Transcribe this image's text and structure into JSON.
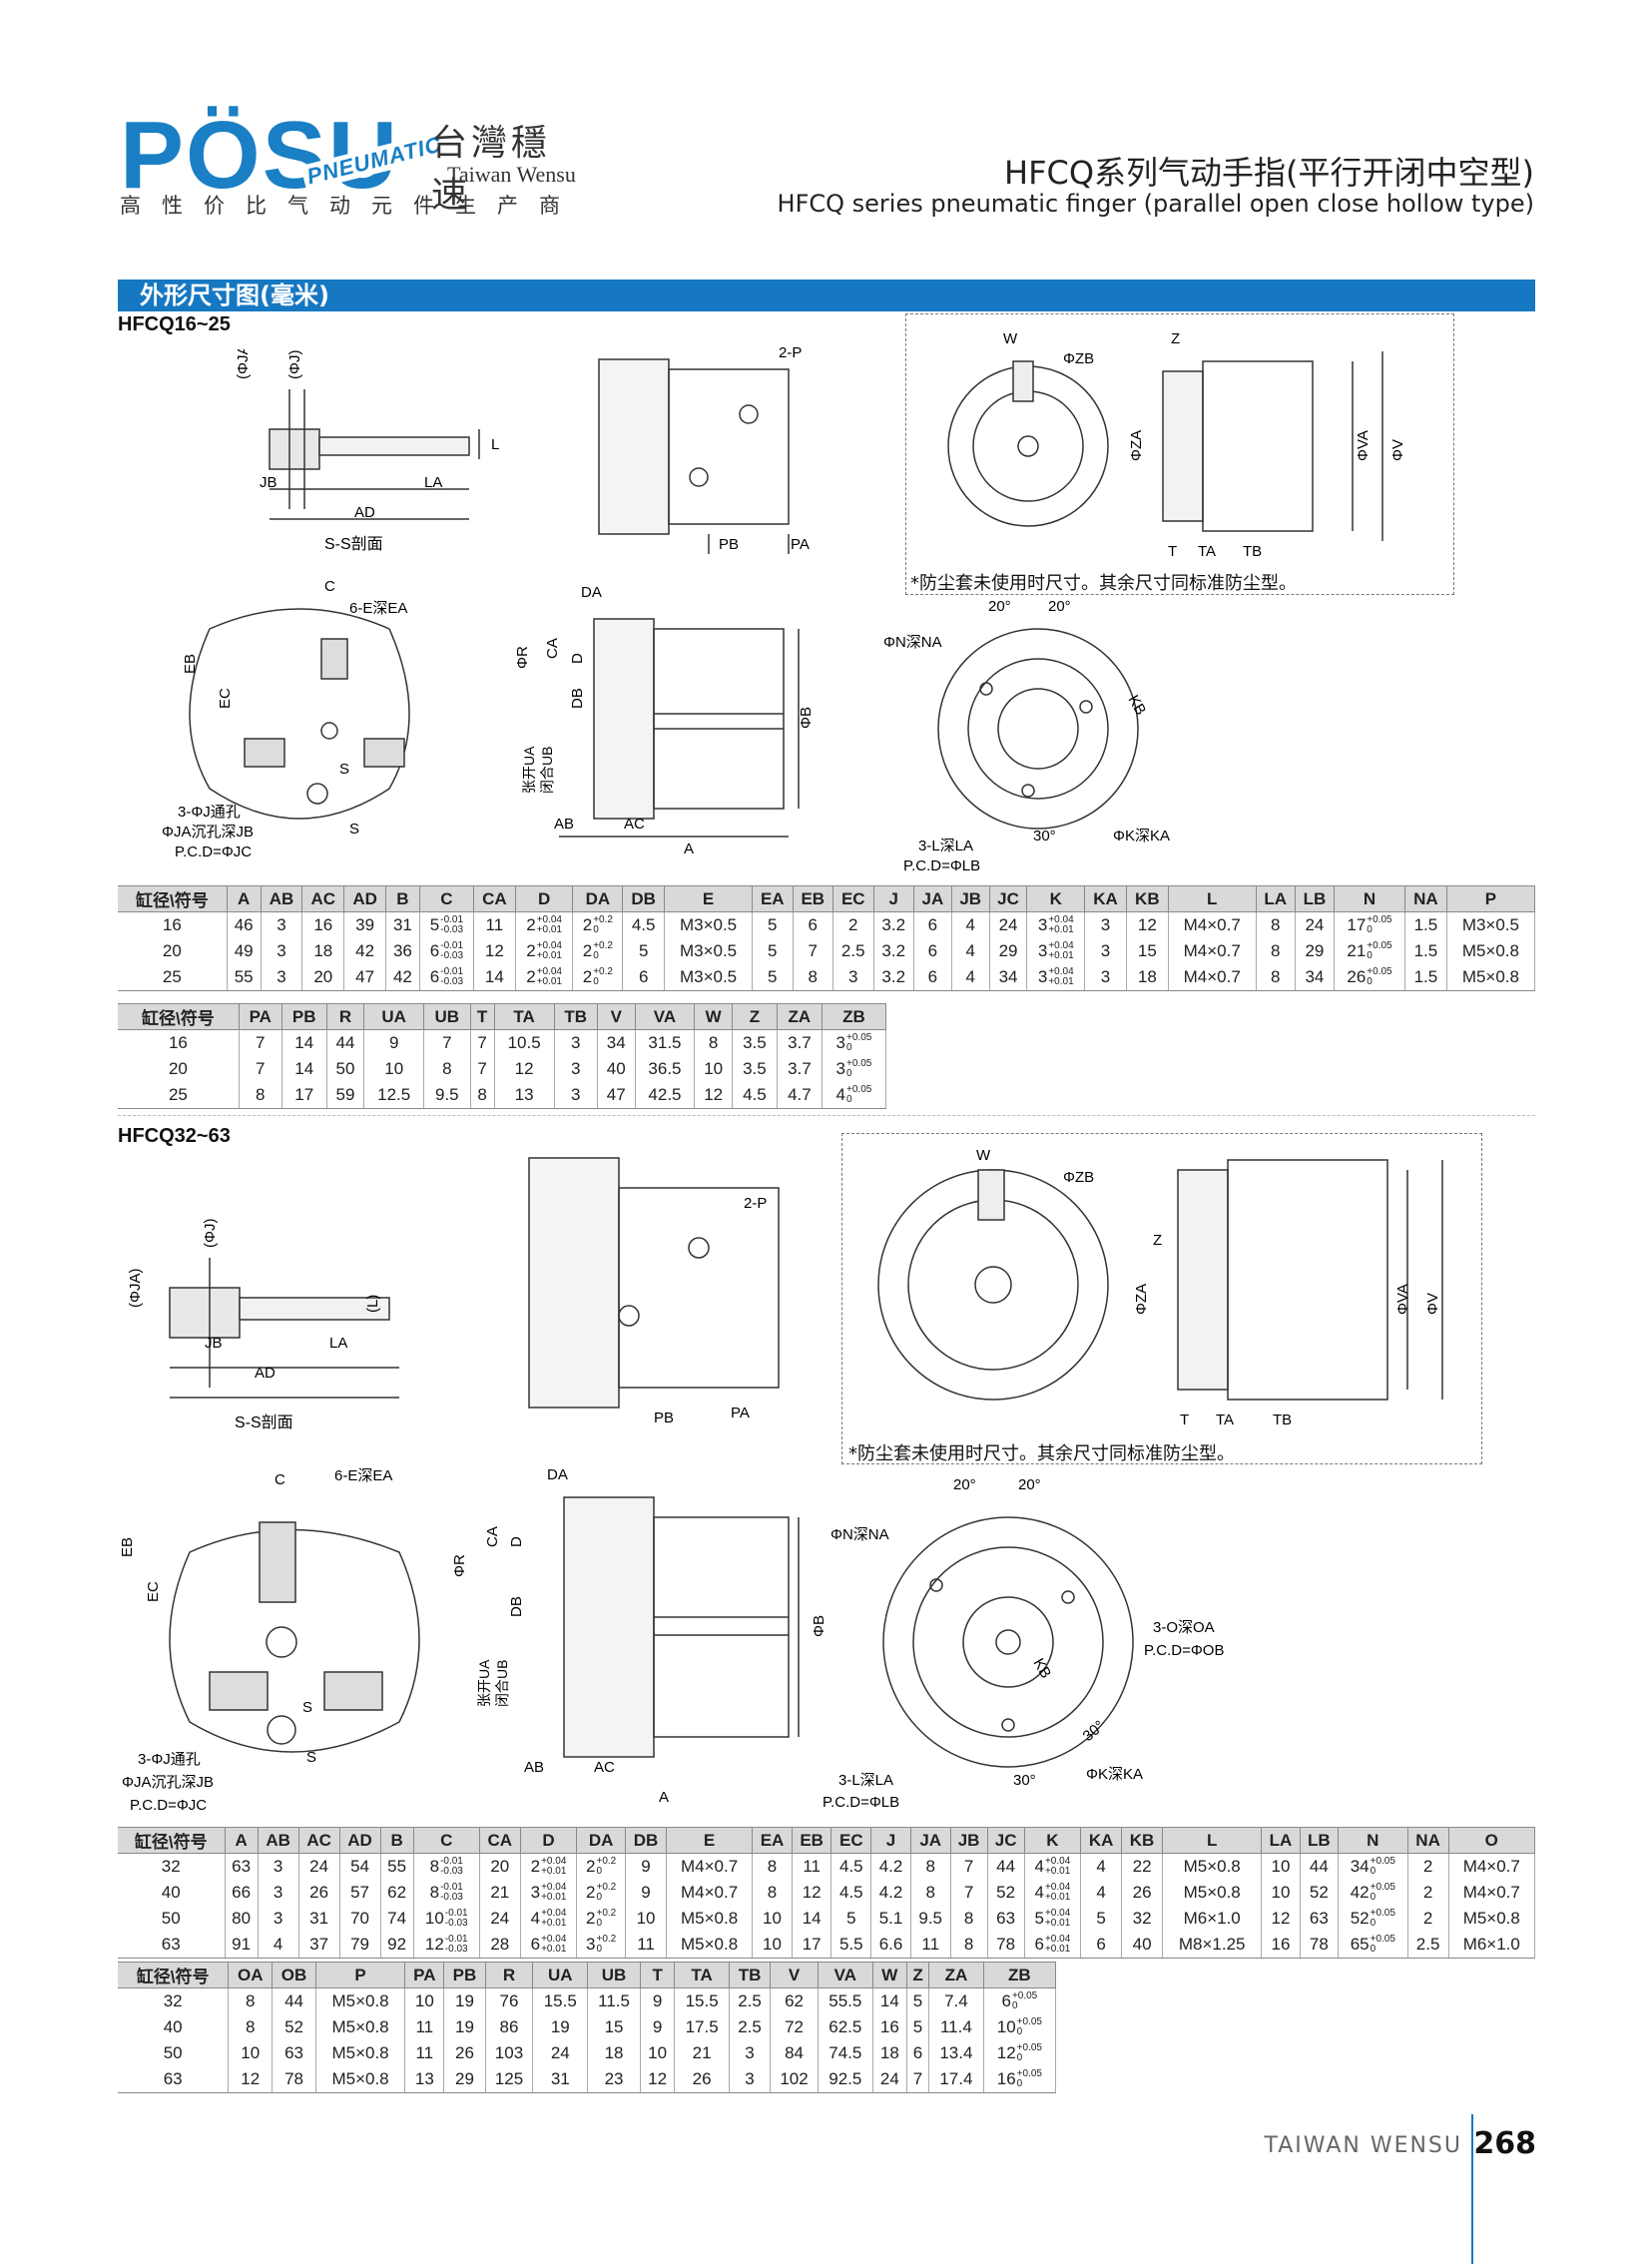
{
  "brand": {
    "logo_word": "PÖSU",
    "logo_overlay": "PNEUMATIC",
    "name_cn": "台灣穩速",
    "name_en": "Taiwan Wensu",
    "slogan": "高性价比气动元件生产商"
  },
  "title": {
    "cn": "HFCQ系列气动手指(平行开闭中空型)",
    "en": "HFCQ series pneumatic finger (parallel open close hollow type)"
  },
  "section_title": "外形尺寸图(毫米)",
  "series1": {
    "label": "HFCQ16~25",
    "note": "*防尘套未使用时尺寸。其余尺寸同标准防尘型。",
    "fig_labels": {
      "ss": "S-S剖面",
      "phi_ja": "(ΦJA)",
      "phi_j": "(ΦJ)",
      "l": "L",
      "jb": "JB",
      "la": "LA",
      "ad": "AD",
      "two_p": "2-P",
      "pb": "PB",
      "pa": "PA",
      "w": "W",
      "zb": "ΦZB",
      "z": "Z",
      "za": "ΦZA",
      "va": "ΦVA",
      "v": "ΦV",
      "t": "T",
      "ta": "TA",
      "tb": "TB",
      "c": "C",
      "six_e": "6-E深EA",
      "eb": "EB",
      "ec": "EC",
      "s": "S",
      "three_j": "3-ΦJ通孔",
      "ja_deep": "ΦJA沉孔深JB",
      "pcd_jc": "P.C.D=ΦJC",
      "da": "DA",
      "r": "ΦR",
      "ca": "CA",
      "d": "D",
      "db": "DB",
      "ua": "张开UA",
      "ub": "闭合UB",
      "ab": "AB",
      "ac": "AC",
      "a": "A",
      "b": "ΦB",
      "deg20": "20°",
      "n": "ΦN深NA",
      "kb": "KB",
      "three_l": "3-L深LA",
      "pcd_lb": "P.C.D=ΦLB",
      "deg30": "30°",
      "k": "ΦK深KA"
    },
    "table1": {
      "headers": [
        "缸径\\符号",
        "A",
        "AB",
        "AC",
        "AD",
        "B",
        "C",
        "CA",
        "D",
        "DA",
        "DB",
        "E",
        "EA",
        "EB",
        "EC",
        "J",
        "JA",
        "JB",
        "JC",
        "K",
        "KA",
        "KB",
        "L",
        "LA",
        "LB",
        "N",
        "NA",
        "P"
      ],
      "rows": [
        [
          "16",
          "46",
          "3",
          "16",
          "39",
          "31",
          "5-0.01/-0.03",
          "11",
          "2+0.04/+0.01",
          "2+0.2/0",
          "4.5",
          "M3×0.5",
          "5",
          "6",
          "2",
          "3.2",
          "6",
          "4",
          "24",
          "3+0.04/+0.01",
          "3",
          "12",
          "M4×0.7",
          "8",
          "24",
          "17+0.05/0",
          "1.5",
          "M3×0.5"
        ],
        [
          "20",
          "49",
          "3",
          "18",
          "42",
          "36",
          "6-0.01/-0.03",
          "12",
          "2+0.04/+0.01",
          "2+0.2/0",
          "5",
          "M3×0.5",
          "5",
          "7",
          "2.5",
          "3.2",
          "6",
          "4",
          "29",
          "3+0.04/+0.01",
          "3",
          "15",
          "M4×0.7",
          "8",
          "29",
          "21+0.05/0",
          "1.5",
          "M5×0.8"
        ],
        [
          "25",
          "55",
          "3",
          "20",
          "47",
          "42",
          "6-0.01/-0.03",
          "14",
          "2+0.04/+0.01",
          "2+0.2/0",
          "6",
          "M3×0.5",
          "5",
          "8",
          "3",
          "3.2",
          "6",
          "4",
          "34",
          "3+0.04/+0.01",
          "3",
          "18",
          "M4×0.7",
          "8",
          "34",
          "26+0.05/0",
          "1.5",
          "M5×0.8"
        ]
      ]
    },
    "table2": {
      "headers": [
        "缸径\\符号",
        "PA",
        "PB",
        "R",
        "UA",
        "UB",
        "T",
        "TA",
        "TB",
        "V",
        "VA",
        "W",
        "Z",
        "ZA",
        "ZB"
      ],
      "rows": [
        [
          "16",
          "7",
          "14",
          "44",
          "9",
          "7",
          "7",
          "10.5",
          "3",
          "34",
          "31.5",
          "8",
          "3.5",
          "3.7",
          "3+0.05/0"
        ],
        [
          "20",
          "7",
          "14",
          "50",
          "10",
          "8",
          "7",
          "12",
          "3",
          "40",
          "36.5",
          "10",
          "3.5",
          "3.7",
          "3+0.05/0"
        ],
        [
          "25",
          "8",
          "17",
          "59",
          "12.5",
          "9.5",
          "8",
          "13",
          "3",
          "47",
          "42.5",
          "12",
          "4.5",
          "4.7",
          "4+0.05/0"
        ]
      ]
    }
  },
  "series2": {
    "label": "HFCQ32~63",
    "note": "*防尘套未使用时尺寸。其余尺寸同标准防尘型。",
    "fig_labels": {
      "ss": "S-S剖面",
      "phi_ja": "(ΦJA)",
      "phi_j": "(ΦJ)",
      "l": "(L)",
      "jb": "JB",
      "la": "LA",
      "ad": "AD",
      "two_p": "2-P",
      "pb": "PB",
      "pa": "PA",
      "w": "W",
      "zb": "ΦZB",
      "z": "Z",
      "za": "ΦZA",
      "va": "ΦVA",
      "v": "ΦV",
      "t": "T",
      "ta": "TA",
      "tb": "TB",
      "c": "C",
      "six_e": "6-E深EA",
      "eb": "EB",
      "ec": "EC",
      "s": "S",
      "three_j": "3-ΦJ通孔",
      "ja_deep": "ΦJA沉孔深JB",
      "pcd_jc": "P.C.D=ΦJC",
      "da": "DA",
      "r": "ΦR",
      "ca": "CA",
      "d": "D",
      "db": "DB",
      "ua": "张开UA",
      "ub": "闭合UB",
      "ab": "AB",
      "ac": "AC",
      "a": "A",
      "b": "ΦB",
      "deg20": "20°",
      "n": "ΦN深NA",
      "kb": "KB",
      "three_o": "3-O深OA",
      "pcd_ob": "P.C.D=ΦOB",
      "three_l": "3-L深LA",
      "pcd_lb": "P.C.D=ΦLB",
      "deg30": "30°",
      "k": "ΦK深KA"
    },
    "table1": {
      "headers": [
        "缸径\\符号",
        "A",
        "AB",
        "AC",
        "AD",
        "B",
        "C",
        "CA",
        "D",
        "DA",
        "DB",
        "E",
        "EA",
        "EB",
        "EC",
        "J",
        "JA",
        "JB",
        "JC",
        "K",
        "KA",
        "KB",
        "L",
        "LA",
        "LB",
        "N",
        "NA",
        "O"
      ],
      "rows": [
        [
          "32",
          "63",
          "3",
          "24",
          "54",
          "55",
          "8-0.01/-0.03",
          "20",
          "2+0.04/+0.01",
          "2+0.2/0",
          "9",
          "M4×0.7",
          "8",
          "11",
          "4.5",
          "4.2",
          "8",
          "7",
          "44",
          "4+0.04/+0.01",
          "4",
          "22",
          "M5×0.8",
          "10",
          "44",
          "34+0.05/0",
          "2",
          "M4×0.7"
        ],
        [
          "40",
          "66",
          "3",
          "26",
          "57",
          "62",
          "8-0.01/-0.03",
          "21",
          "3+0.04/+0.01",
          "2+0.2/0",
          "9",
          "M4×0.7",
          "8",
          "12",
          "4.5",
          "4.2",
          "8",
          "7",
          "52",
          "4+0.04/+0.01",
          "4",
          "26",
          "M5×0.8",
          "10",
          "52",
          "42+0.05/0",
          "2",
          "M4×0.7"
        ],
        [
          "50",
          "80",
          "3",
          "31",
          "70",
          "74",
          "10-0.01/-0.03",
          "24",
          "4+0.04/+0.01",
          "2+0.2/0",
          "10",
          "M5×0.8",
          "10",
          "14",
          "5",
          "5.1",
          "9.5",
          "8",
          "63",
          "5+0.04/+0.01",
          "5",
          "32",
          "M6×1.0",
          "12",
          "63",
          "52+0.05/0",
          "2",
          "M5×0.8"
        ],
        [
          "63",
          "91",
          "4",
          "37",
          "79",
          "92",
          "12-0.01/-0.03",
          "28",
          "6+0.04/+0.01",
          "3+0.2/0",
          "11",
          "M5×0.8",
          "10",
          "17",
          "5.5",
          "6.6",
          "11",
          "8",
          "78",
          "6+0.04/+0.01",
          "6",
          "40",
          "M8×1.25",
          "16",
          "78",
          "65+0.05/0",
          "2.5",
          "M6×1.0"
        ]
      ]
    },
    "table2": {
      "headers": [
        "缸径\\符号",
        "OA",
        "OB",
        "P",
        "PA",
        "PB",
        "R",
        "UA",
        "UB",
        "T",
        "TA",
        "TB",
        "V",
        "VA",
        "W",
        "Z",
        "ZA",
        "ZB"
      ],
      "rows": [
        [
          "32",
          "8",
          "44",
          "M5×0.8",
          "10",
          "19",
          "76",
          "15.5",
          "11.5",
          "9",
          "15.5",
          "2.5",
          "62",
          "55.5",
          "14",
          "5",
          "7.4",
          "6+0.05/0"
        ],
        [
          "40",
          "8",
          "52",
          "M5×0.8",
          "11",
          "19",
          "86",
          "19",
          "15",
          "9",
          "17.5",
          "2.5",
          "72",
          "62.5",
          "16",
          "5",
          "11.4",
          "10+0.05/0"
        ],
        [
          "50",
          "10",
          "63",
          "M5×0.8",
          "11",
          "26",
          "103",
          "24",
          "18",
          "10",
          "21",
          "3",
          "84",
          "74.5",
          "18",
          "6",
          "13.4",
          "12+0.05/0"
        ],
        [
          "63",
          "12",
          "78",
          "M5×0.8",
          "13",
          "29",
          "125",
          "31",
          "23",
          "12",
          "26",
          "3",
          "102",
          "92.5",
          "24",
          "7",
          "17.4",
          "16+0.05/0"
        ]
      ]
    }
  },
  "footer": {
    "brand": "TAIWAN WENSU",
    "page": "268"
  }
}
